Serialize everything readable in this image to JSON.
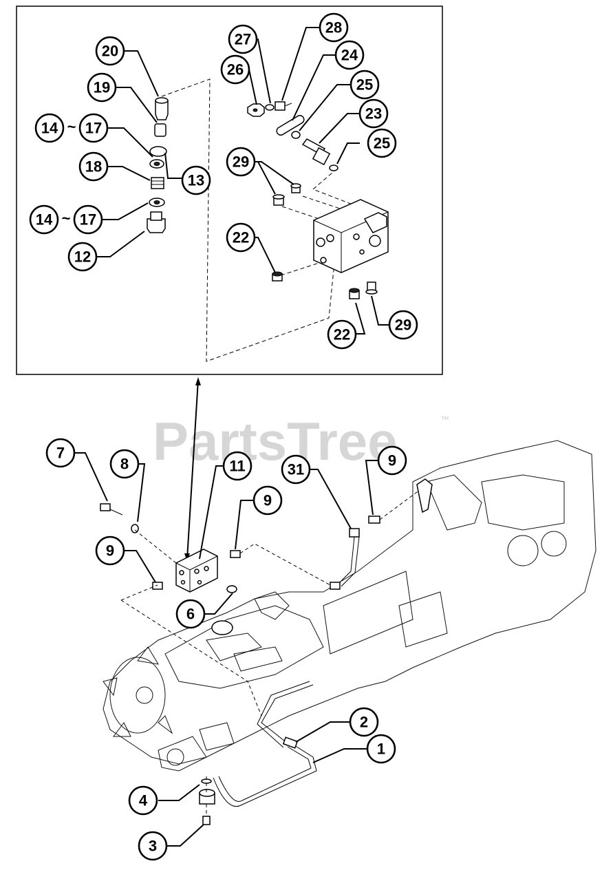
{
  "watermark": {
    "brand": "PartsTree",
    "trademark": "™"
  },
  "callouts": {
    "c20": "20",
    "c19": "19",
    "c14_17a": "14~17",
    "c13": "13",
    "c18": "18",
    "c14_17b": "14~17",
    "c12": "12",
    "c27": "27",
    "c28": "28",
    "c26": "26",
    "c24": "24",
    "c25a": "25",
    "c23": "23",
    "c25b": "25",
    "c29a": "29",
    "c22a": "22",
    "c22b": "22",
    "c29b": "29",
    "c7": "7",
    "c8": "8",
    "c11": "11",
    "c31": "31",
    "c9a": "9",
    "c9b": "9",
    "c9c": "9",
    "c6": "6",
    "c2": "2",
    "c1": "1",
    "c4": "4",
    "c3": "3"
  },
  "colors": {
    "line": "#000000",
    "watermark": "#cfcfcf",
    "background": "#ffffff"
  }
}
